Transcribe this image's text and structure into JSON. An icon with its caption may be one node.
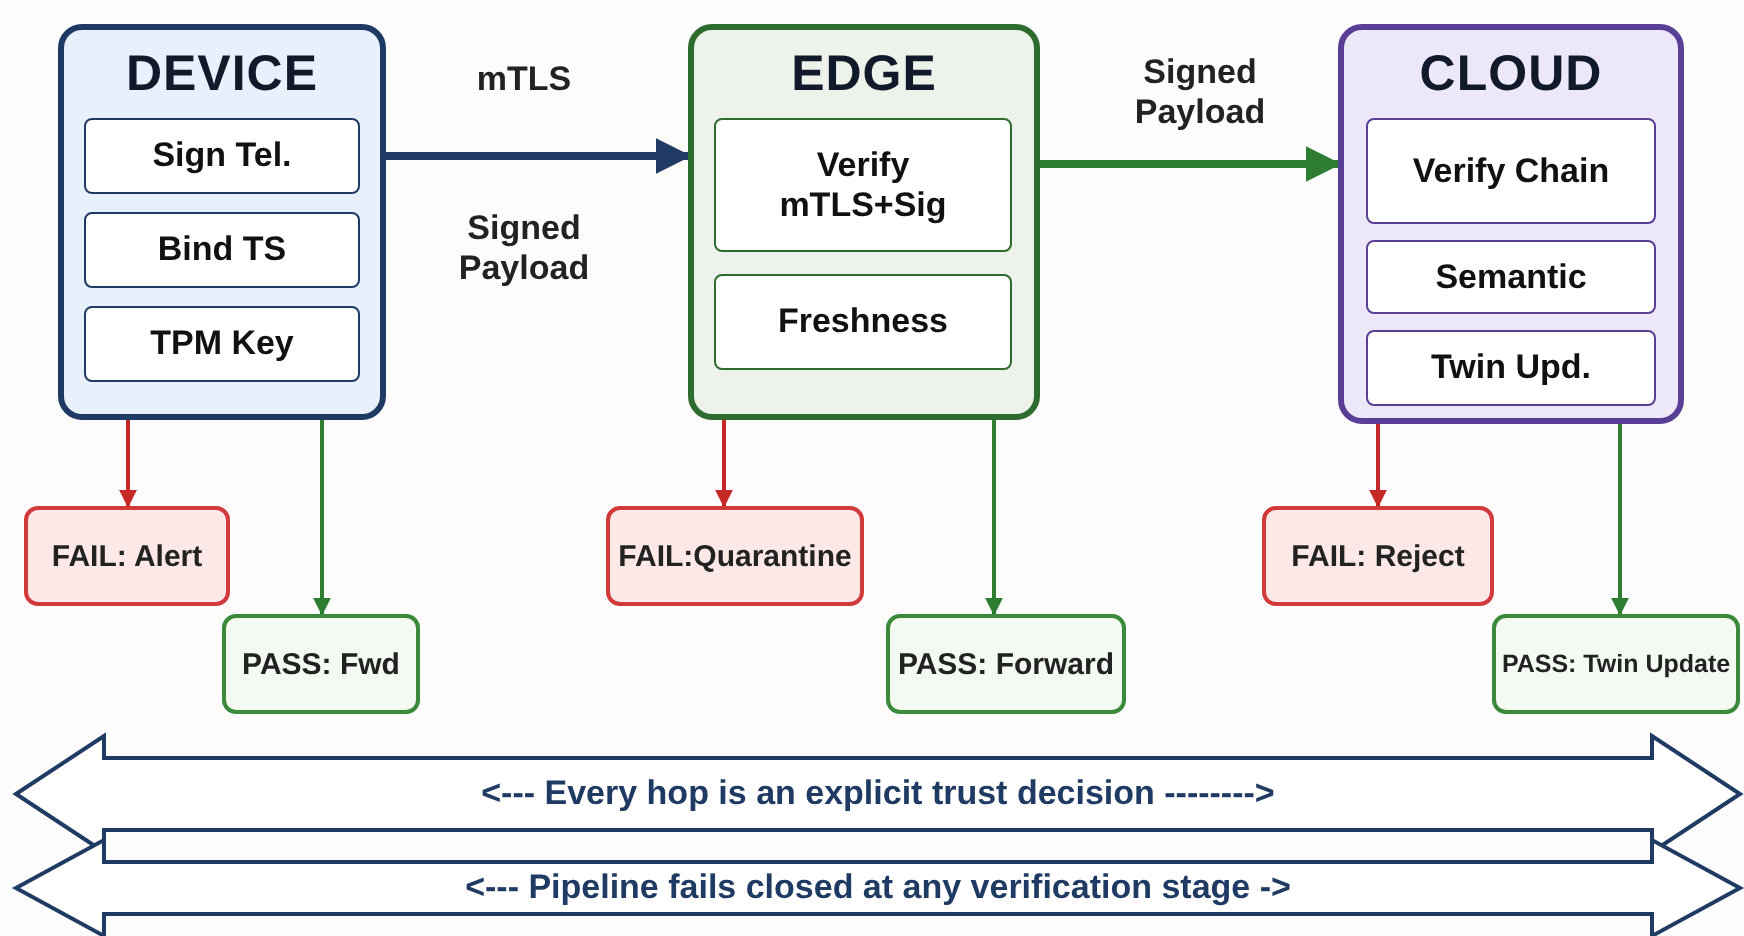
{
  "diagram": {
    "nodes": [
      {
        "text": [
          "DEVICE"
        ]
      },
      {
        "text": [
          "Sign Tel."
        ],
        "in": 0
      },
      {
        "text": [
          "Bind TS"
        ],
        "in": 0
      },
      {
        "text": [
          "TPM Key"
        ],
        "in": 0
      },
      {
        "text": [
          "EDGE"
        ]
      },
      {
        "text": [
          "Verify mTLS+Sig"
        ],
        "in": 4
      },
      {
        "text": [
          "Freshness"
        ],
        "in": 4
      },
      {
        "text": [
          "CLOUD"
        ]
      },
      {
        "text": [
          "Verify Chain"
        ],
        "in": 7
      },
      {
        "text": [
          "Semantic"
        ],
        "in": 7
      },
      {
        "text": [
          "Twin Upd."
        ],
        "in": 7
      },
      {
        "text": [
          "FAIL: Alert"
        ]
      },
      {
        "text": [
          "PASS: Fwd"
        ]
      },
      {
        "text": [
          "FAIL:Quarantine"
        ]
      },
      {
        "text": [
          "PASS: Forward"
        ]
      },
      {
        "text": [
          "FAIL: Reject"
        ]
      },
      {
        "text": [
          "PASS: Twin Update"
        ]
      },
      {
        "text": [
          "<--- Every hop is an explicit trust decision -------->"
        ]
      },
      {
        "text": [
          "<--- Pipeline fails closed at any verification stage ->"
        ]
      }
    ],
    "edges": [
      {
        "from": 0,
        "to": 4,
        "arrow": "to",
        "label": "mTLS",
        "style": "thick",
        "color": "#1f3a63"
      },
      {
        "from": 4,
        "to": 7,
        "arrow": "to",
        "label": "Signed Payload",
        "style": "thick"
      },
      {
        "from": 0,
        "to": 11,
        "arrow": "to",
        "color": "#c62828"
      },
      {
        "from": 0,
        "to": 12,
        "arrow": "to"
      },
      {
        "from": 4,
        "to": 13,
        "arrow": "to",
        "color": "#c62828"
      },
      {
        "from": 4,
        "to": 14,
        "arrow": "to"
      },
      {
        "from": 7,
        "to": 15,
        "arrow": "to",
        "color": "#c62828"
      },
      {
        "from": 7,
        "to": 16,
        "arrow": "to"
      }
    ],
    "labels": [
      "Signed Payload"
    ]
  }
}
